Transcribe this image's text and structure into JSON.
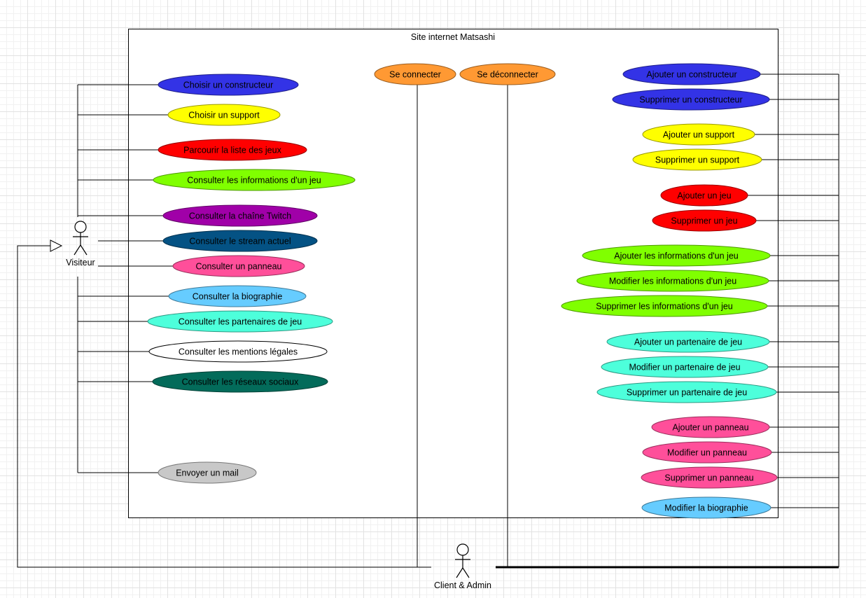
{
  "system": {
    "title": "Site internet Matsashi"
  },
  "actors": {
    "visitor": {
      "label": "Visiteur"
    },
    "client_admin": {
      "label": "Client & Admin"
    }
  },
  "use_cases": {
    "visitor": [
      {
        "id": "choisir-constructeur",
        "label": "Choisir un constructeur",
        "color": "#3333e6"
      },
      {
        "id": "choisir-support",
        "label": "Choisir un support",
        "color": "#ffff00"
      },
      {
        "id": "parcourir-jeux",
        "label": "Parcourir la liste des jeux",
        "color": "#ff0000"
      },
      {
        "id": "consulter-infos-jeu",
        "label": "Consulter les informations d'un jeu",
        "color": "#80ff00"
      },
      {
        "id": "consulter-twitch",
        "label": "Consulter la chaîne Twitch",
        "color": "#a000a8"
      },
      {
        "id": "consulter-stream",
        "label": "Consulter le stream actuel",
        "color": "#045284"
      },
      {
        "id": "consulter-panneau",
        "label": "Consulter un panneau",
        "color": "#ff4f9a"
      },
      {
        "id": "consulter-biographie",
        "label": "Consulter la biographie",
        "color": "#66ccff"
      },
      {
        "id": "consulter-partenaires",
        "label": "Consulter les partenaires de jeu",
        "color": "#4dffdb"
      },
      {
        "id": "consulter-mentions",
        "label": "Consulter les mentions légales",
        "color": "#ffffff"
      },
      {
        "id": "consulter-reseaux",
        "label": "Consulter les réseaux sociaux",
        "color": "#036b5a"
      },
      {
        "id": "envoyer-mail",
        "label": "Envoyer un mail",
        "color": "#c8c8c8"
      }
    ],
    "session": [
      {
        "id": "se-connecter",
        "label": "Se connecter",
        "color": "#ff9933"
      },
      {
        "id": "se-deconnecter",
        "label": "Se déconnecter",
        "color": "#ff9933"
      }
    ],
    "admin": [
      {
        "id": "ajouter-constructeur",
        "label": "Ajouter un constructeur",
        "color": "#3333e6"
      },
      {
        "id": "supprimer-constructeur",
        "label": "Supprimer un constructeur",
        "color": "#3333e6"
      },
      {
        "id": "ajouter-support",
        "label": "Ajouter un support",
        "color": "#ffff00"
      },
      {
        "id": "supprimer-support",
        "label": "Supprimer un support",
        "color": "#ffff00"
      },
      {
        "id": "ajouter-jeu",
        "label": "Ajouter un jeu",
        "color": "#ff0000"
      },
      {
        "id": "supprimer-jeu",
        "label": "Supprimer un jeu",
        "color": "#ff0000"
      },
      {
        "id": "ajouter-infos-jeu",
        "label": "Ajouter les informations d'un jeu",
        "color": "#80ff00"
      },
      {
        "id": "modifier-infos-jeu",
        "label": "Modifier les informations d'un jeu",
        "color": "#80ff00"
      },
      {
        "id": "supprimer-infos-jeu",
        "label": "Supprimer les informations d'un jeu",
        "color": "#80ff00"
      },
      {
        "id": "ajouter-partenaire",
        "label": "Ajouter un partenaire de jeu",
        "color": "#4dffdb"
      },
      {
        "id": "modifier-partenaire",
        "label": "Modifier un partenaire de jeu",
        "color": "#4dffdb"
      },
      {
        "id": "supprimer-partenaire",
        "label": "Supprimer un partenaire de jeu",
        "color": "#4dffdb"
      },
      {
        "id": "ajouter-panneau",
        "label": "Ajouter un panneau",
        "color": "#ff4f9a"
      },
      {
        "id": "modifier-panneau",
        "label": "Modifier un panneau",
        "color": "#ff4f9a"
      },
      {
        "id": "supprimer-panneau",
        "label": "Supprimer un panneau",
        "color": "#ff4f9a"
      },
      {
        "id": "modifier-biographie",
        "label": "Modifier la biographie",
        "color": "#66ccff"
      }
    ]
  }
}
